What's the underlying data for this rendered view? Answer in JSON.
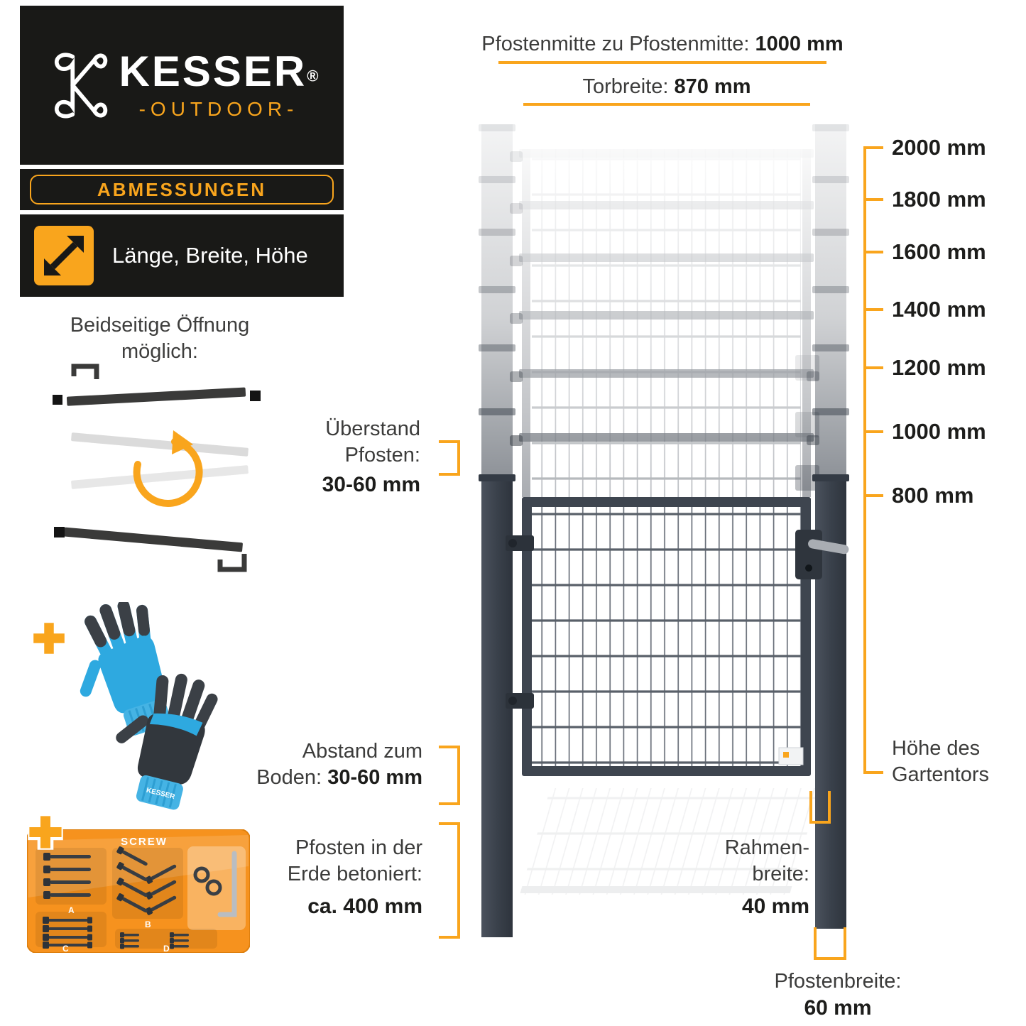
{
  "colors": {
    "accent": "#F9A51D",
    "panel_black": "#191917",
    "post_gray": "#3a414b",
    "glove_blue": "#2ea9e0",
    "kit_orange": "#F6921E"
  },
  "brand": {
    "name": "KESSER",
    "registered_mark": "®",
    "subtitle": "-OUTDOOR-",
    "badge": "ABMESSUNGEN",
    "feature": "Länge, Breite, Höhe"
  },
  "opening_note": {
    "line1": "Beidseitige Öffnung",
    "line2": "möglich:"
  },
  "top_dimensions": {
    "post_to_post": {
      "label": "Pfostenmitte zu Pfostenmitte: ",
      "value": "1000 mm"
    },
    "gate_width": {
      "label": "Torbreite: ",
      "value": "870 mm"
    }
  },
  "height_scale": {
    "labels": [
      "2000 mm",
      "1800 mm",
      "1600 mm",
      "1400 mm",
      "1200 mm",
      "1000 mm",
      "800 mm"
    ],
    "caption_line1": "Höhe des",
    "caption_line2": "Gartentors"
  },
  "annotations": {
    "overhang": {
      "line1": "Überstand",
      "line2": "Pfosten:",
      "value": "30-60 mm"
    },
    "ground_clearance": {
      "line1": "Abstand zum",
      "label2": "Boden: ",
      "value": "30-60 mm"
    },
    "concrete": {
      "line1": "Pfosten in der",
      "line2": "Erde betoniert:",
      "value": "ca. 400 mm"
    },
    "frame_width": {
      "line1": "Rahmen-",
      "line2": "breite:",
      "value": "40 mm"
    },
    "post_width": {
      "label": "Pfostenbreite:",
      "value": "60 mm"
    }
  },
  "gloves": {
    "brand": "KESSER"
  },
  "screw_kit": {
    "title": "SCREW",
    "labels": {
      "a": "A",
      "b": "B",
      "c": "C",
      "d": "D"
    }
  }
}
